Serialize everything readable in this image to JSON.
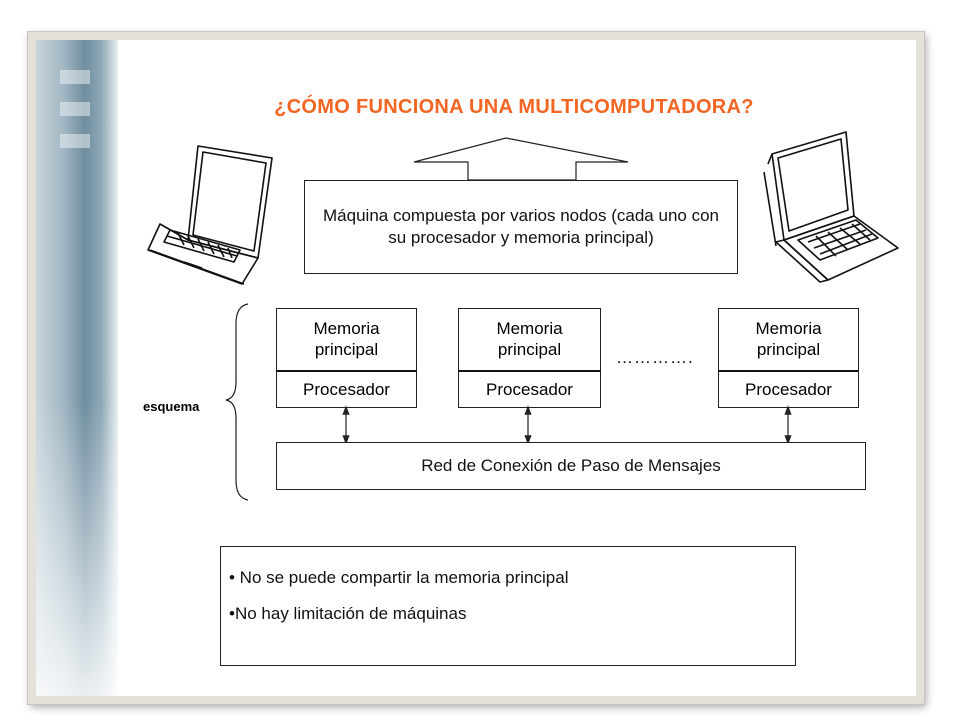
{
  "slide": {
    "title": "¿CÓMO FUNCIONA UNA MULTICOMPUTADORA?",
    "machine_description": "Máquina compuesta por varios nodos (cada uno con su procesador y memoria principal)",
    "scheme_label": "esquema",
    "nodes": [
      {
        "memory": "Memoria\nprincipal",
        "processor": "Procesador"
      },
      {
        "memory": "Memoria\nprincipal",
        "processor": "Procesador"
      },
      {
        "memory": "Memoria\nprincipal",
        "processor": "Procesador"
      }
    ],
    "ellipsis": "………….",
    "network": "Red de Conexión de Paso de Mensajes",
    "notes": [
      "• No se puede compartir la memoria principal",
      "•No hay limitación de máquinas"
    ]
  },
  "colors": {
    "title": "#f26522",
    "line": "#222222",
    "frame": "#e4e1da"
  },
  "icons": [
    "laptop-icon-left",
    "laptop-icon-right",
    "up-arrow-shape",
    "left-brace",
    "bidirectional-arrow"
  ]
}
